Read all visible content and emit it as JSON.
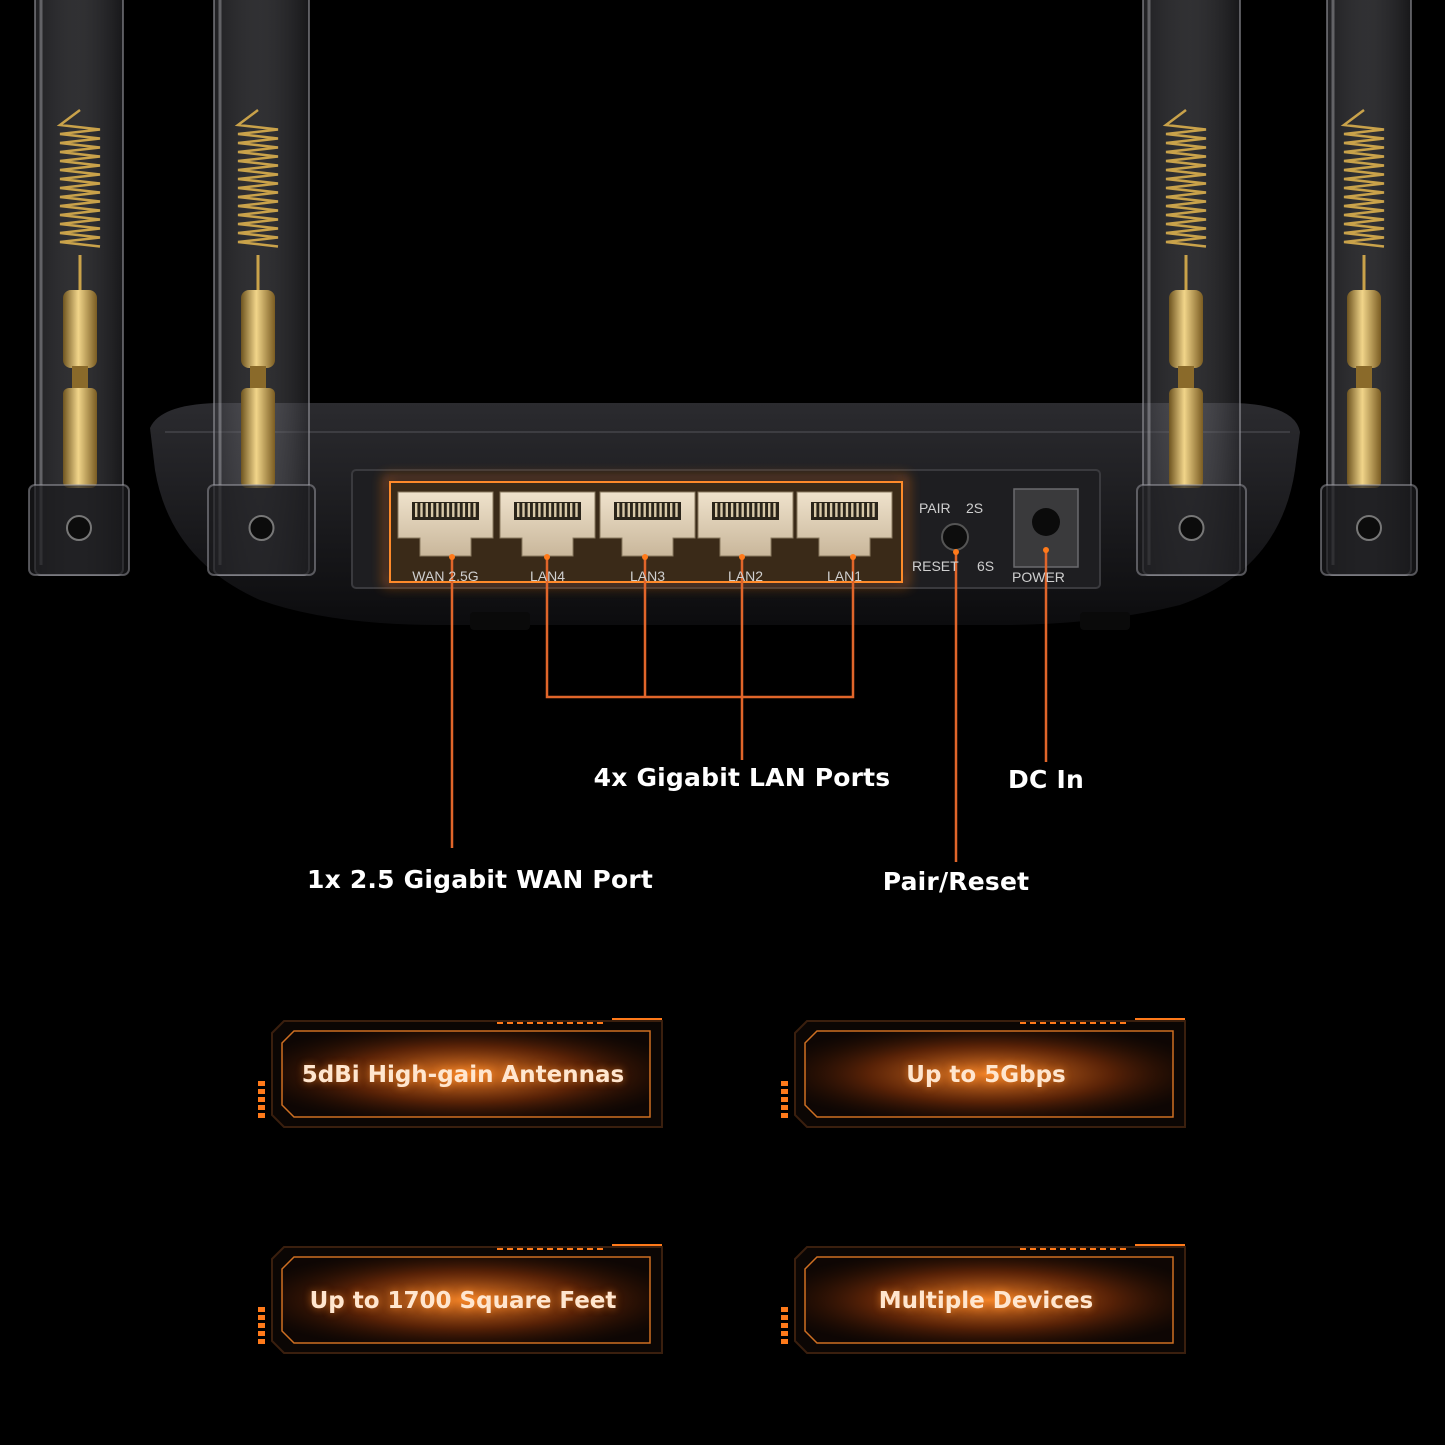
{
  "colors": {
    "background": "#000000",
    "accent": "#ff7a1a",
    "leader_line": "#e0652a",
    "router_body": "#121214",
    "port_panel": "#2a2a2d",
    "brass": "#c9a24a"
  },
  "router": {
    "ports": [
      {
        "label": "WAN 2.5G"
      },
      {
        "label": "LAN4"
      },
      {
        "label": "LAN3"
      },
      {
        "label": "LAN2"
      },
      {
        "label": "LAN1"
      }
    ],
    "pair_label": "PAIR",
    "pair_time": "2S",
    "reset_label": "RESET",
    "reset_time": "6S",
    "power_label": "POWER"
  },
  "callouts": {
    "wan": "1x 2.5 Gigabit WAN Port",
    "lan": "4x Gigabit LAN Ports",
    "pair_reset": "Pair/Reset",
    "dc_in": "DC In"
  },
  "features": [
    {
      "text": "5dBi High-gain Antennas"
    },
    {
      "text": "Up to 5Gbps"
    },
    {
      "text": "Up to 1700 Square Feet"
    },
    {
      "text": "Multiple Devices"
    }
  ]
}
